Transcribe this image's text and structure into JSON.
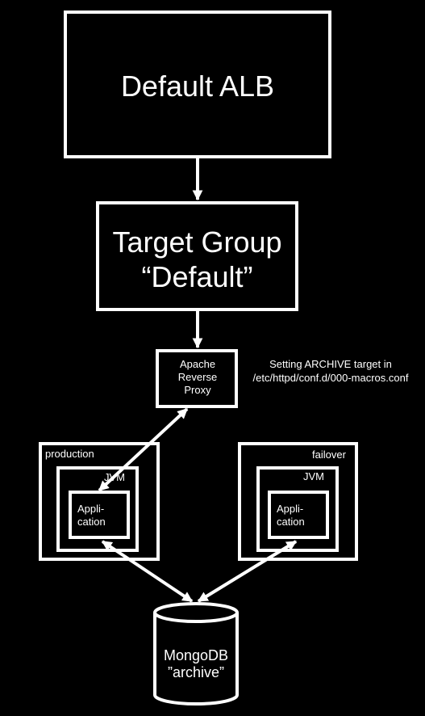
{
  "alb": {
    "label": "Default ALB"
  },
  "target_group": {
    "line1": "Target Group",
    "line2": "“Default”"
  },
  "proxy": {
    "line1": "Apache",
    "line2": "Reverse",
    "line3": "Proxy"
  },
  "note": {
    "line1": "Setting ARCHIVE target in",
    "line2": "/etc/httpd/conf.d/000-macros.conf"
  },
  "production": {
    "label": "production",
    "jvm_label": "JVM",
    "app_line1": "Appli-",
    "app_line2": "cation"
  },
  "failover": {
    "label": "failover",
    "jvm_label": "JVM",
    "app_line1": "Appli-",
    "app_line2": "cation"
  },
  "database": {
    "line1": "MongoDB",
    "line2": "”archive”"
  },
  "colors": {
    "background": "#000000",
    "foreground": "#ffffff"
  }
}
